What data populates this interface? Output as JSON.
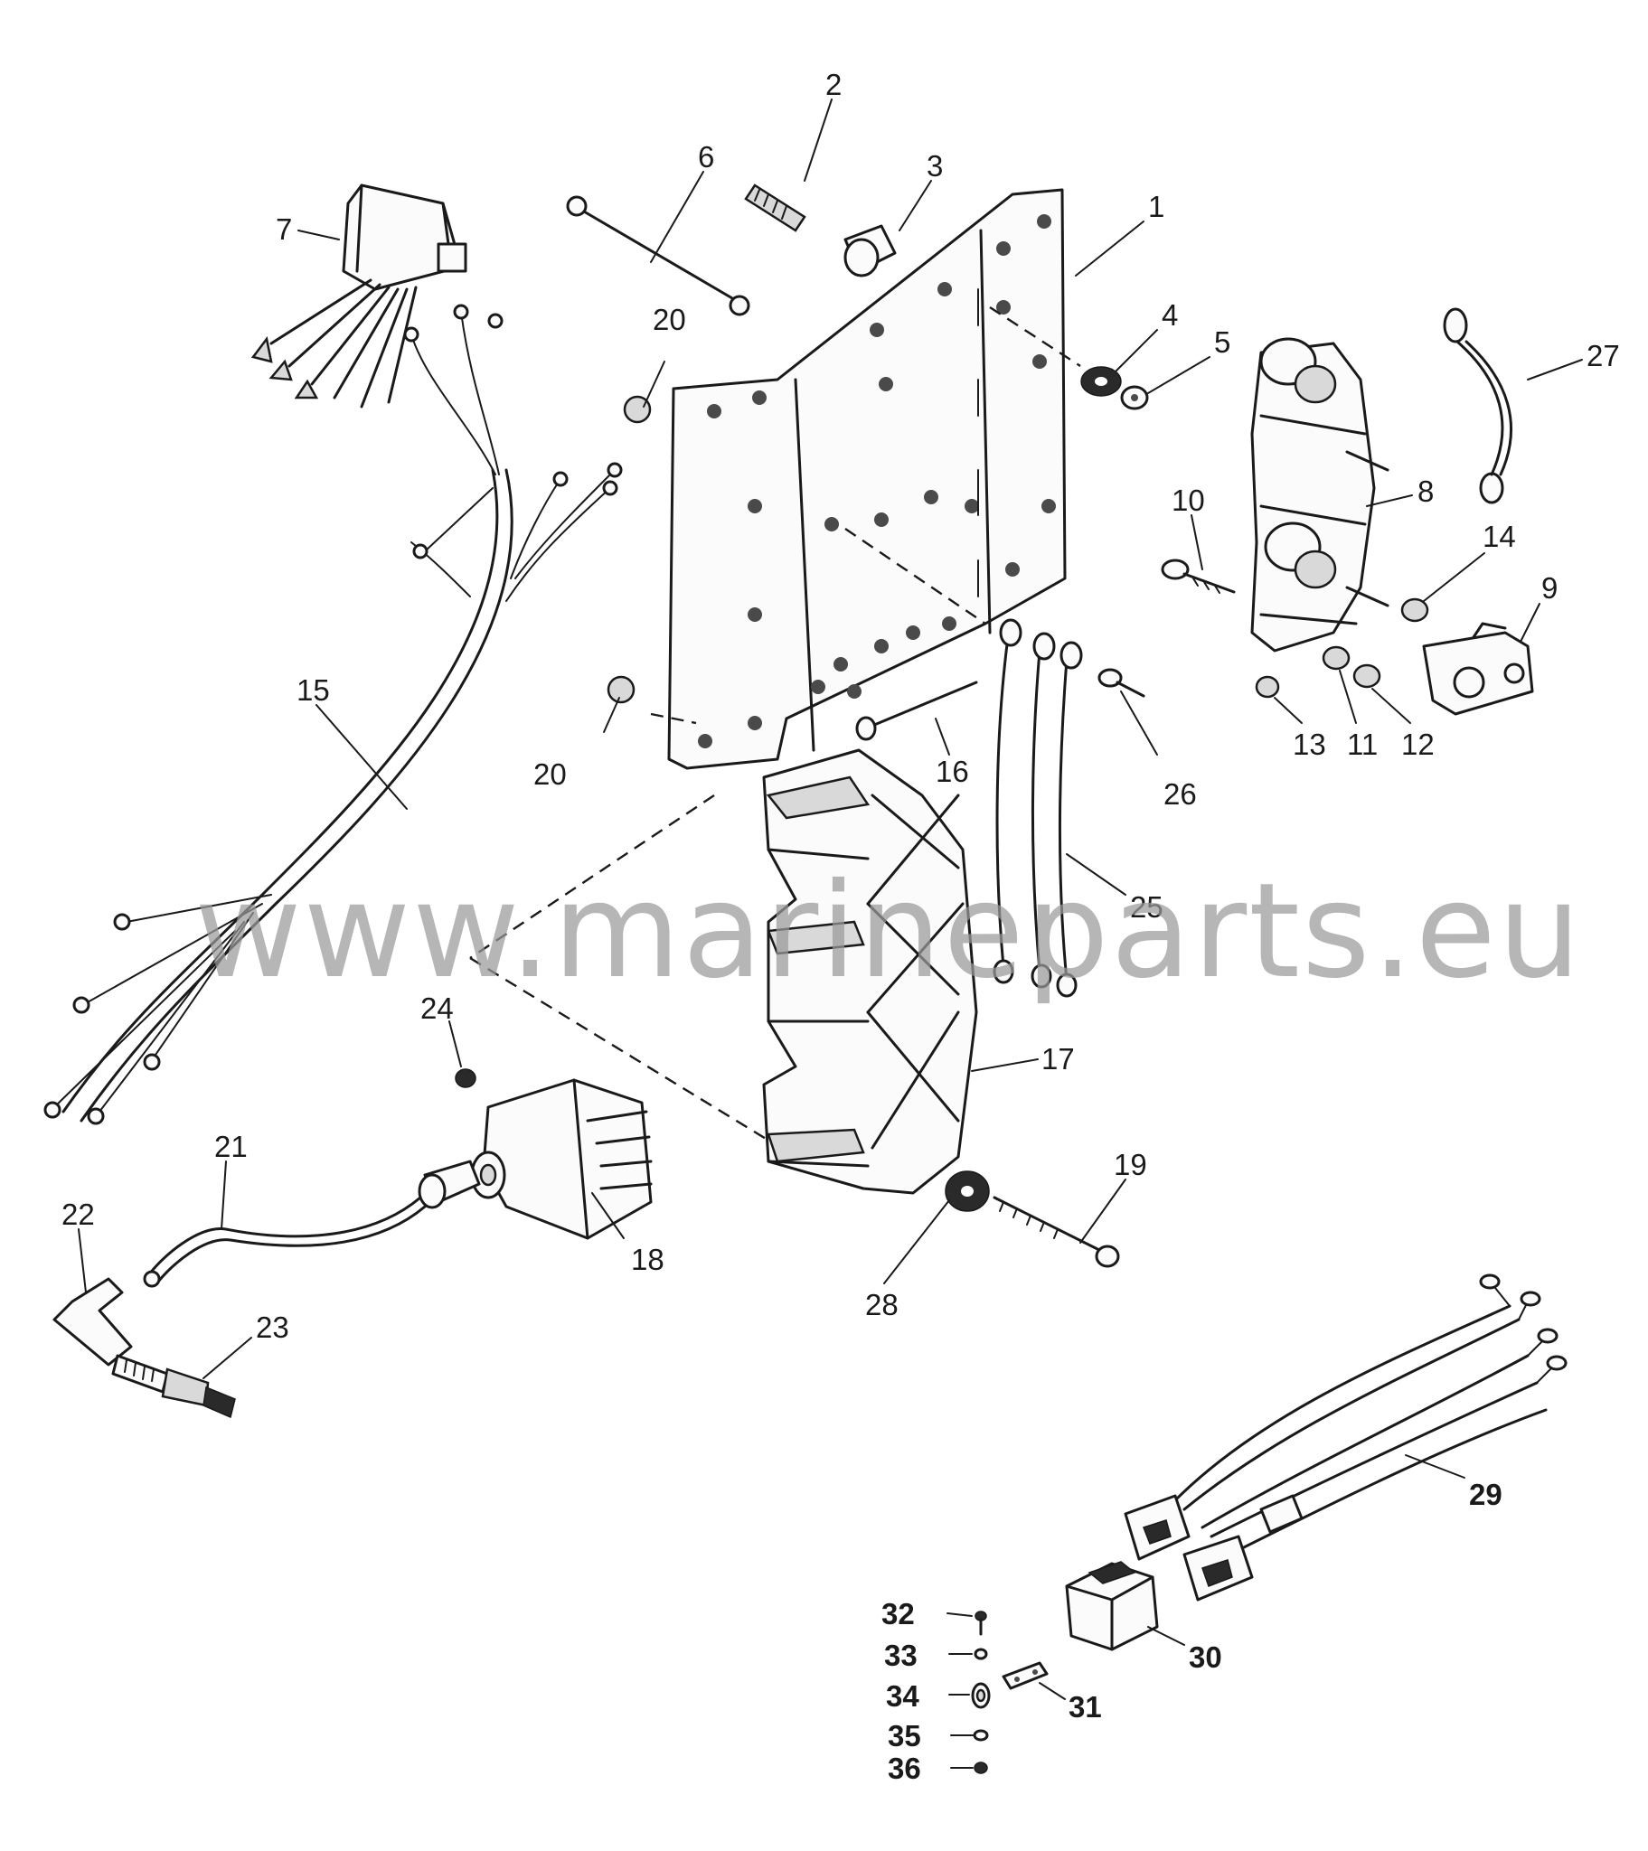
{
  "diagram": {
    "watermark": "www.marineparts.eu",
    "callouts": [
      "1",
      "2",
      "3",
      "4",
      "5",
      "6",
      "7",
      "8",
      "9",
      "10",
      "11",
      "12",
      "13",
      "14",
      "15",
      "16",
      "17",
      "18",
      "19",
      "20",
      "20",
      "21",
      "22",
      "23",
      "24",
      "25",
      "26",
      "27",
      "28",
      "29",
      "30",
      "31",
      "32",
      "33",
      "34",
      "35",
      "36"
    ]
  },
  "colors": {
    "ink": "#1a1a1a",
    "watermark": "#9a9a9a",
    "paper": "#ffffff"
  }
}
